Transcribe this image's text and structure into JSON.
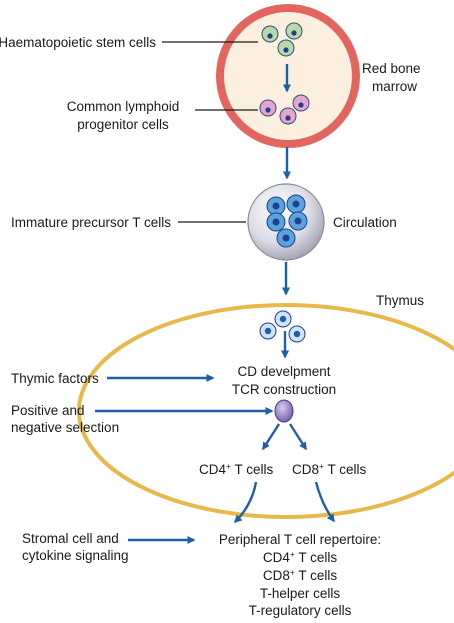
{
  "colors": {
    "arrow": "#1f5fa8",
    "marrow_ring": "#e2665f",
    "marrow_fill": "#fbf0df",
    "thymus_ring": "#e8b84a",
    "stem_cell": "#b9d9a6",
    "lymphoid_cell": "#e9a3cf",
    "t_cell": "#5aa3dc",
    "nucleus": "#1f3f8f",
    "selected_cell": "#9a87c9"
  },
  "labels": {
    "stem_cells": "Haematopoietic stem cells",
    "lymphoid_1": "Common lymphoid",
    "lymphoid_2": "progenitor cells",
    "marrow_1": "Red bone",
    "marrow_2": "marrow",
    "precursor": "Immature precursor T cells",
    "circulation": "Circulation",
    "thymus": "Thymus",
    "thymic_factors": "Thymic factors",
    "cd_development": "CD develpment",
    "tcr": "TCR construction",
    "selection_1": "Positive and",
    "selection_2": "negative selection",
    "cd4_prefix": "CD4",
    "cd8_prefix": "CD8",
    "sup_plus": "+",
    "t_cells_suffix": " T cells",
    "stromal_1": "Stromal cell and",
    "stromal_2": "cytokine signaling",
    "repertoire_title": "Peripheral T cell repertoire:",
    "th_cells": "T-helper cells",
    "treg_cells": "T-regulatory cells"
  }
}
